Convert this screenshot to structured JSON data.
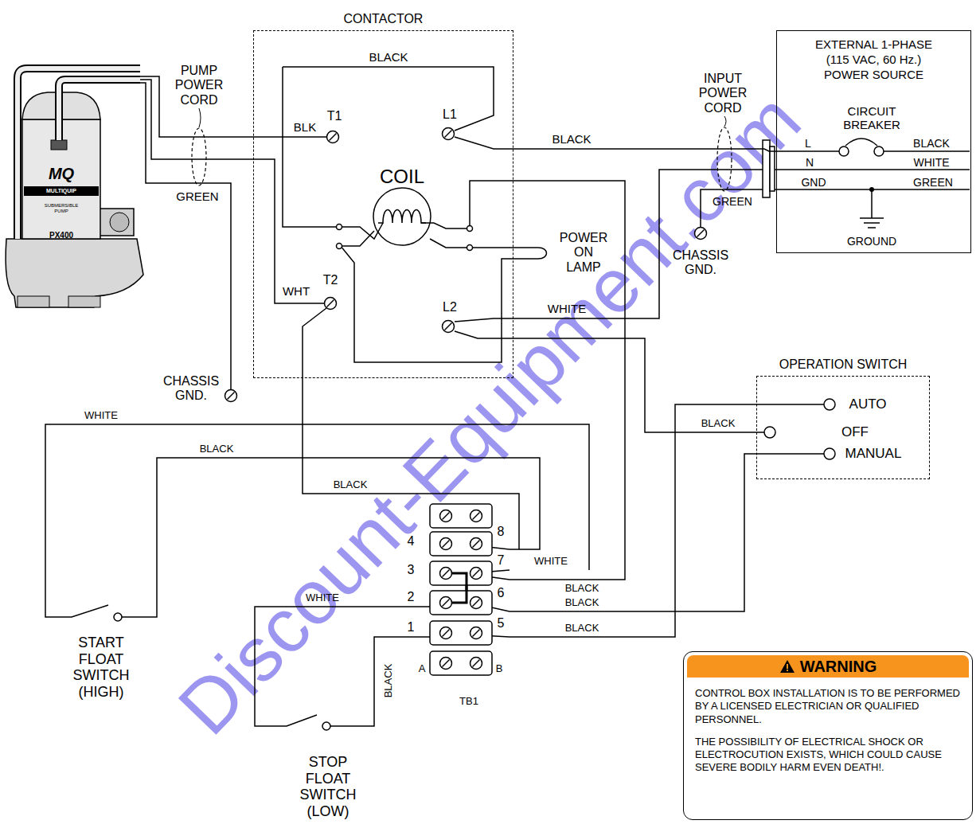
{
  "diagram": {
    "nodes": [
      {
        "text": [
          "CONTACTOR"
        ]
      },
      {
        "text": [
          "EXTERNAL 1-PHASE (115 VAC, 60 Hz.) POWER SOURCE"
        ]
      },
      {
        "text": [
          "OPERATION SWITCH"
        ]
      },
      {
        "text": [
          "TB1"
        ]
      },
      {
        "text": [
          "WARNING",
          "CONTROL BOX INSTALLATION IS TO BE PERFORMED BY A LICENSED ELECTRICIAN OR QUALIFIED PERSONNEL.",
          "THE POSSIBILITY OF ELECTRICAL SHOCK OR ELECTROCUTION EXISTS, WHICH COULD CAUSE SEVERE BODILY HARM EVEN DEATH!."
        ]
      }
    ],
    "edges": [
      {
        "from": 0,
        "to": 1,
        "arrow": "none"
      },
      {
        "from": 0,
        "to": 2,
        "arrow": "none"
      },
      {
        "from": 2,
        "to": 3,
        "arrow": "none"
      },
      {
        "from": 2,
        "to": 3,
        "arrow": "none"
      },
      {
        "from": 0,
        "to": 3,
        "arrow": "none"
      },
      {
        "from": 0,
        "to": 3,
        "arrow": "none"
      }
    ],
    "labels": [
      "PUMP POWER CORD",
      "GREEN",
      "T1",
      "BLK",
      "BLACK",
      "L1",
      "COIL",
      "BLACK",
      "INPUT POWER CORD",
      "GREEN",
      "CHASSIS GND.",
      "CIRCUIT BREAKER",
      "L",
      "BLACK",
      "N",
      "WHITE",
      "GND",
      "GREEN",
      "GROUND",
      "POWER ON LAMP",
      "WHT",
      "T2",
      "L2",
      "WHITE",
      "CHASSIS GND.",
      "WHITE",
      "BLACK",
      "BLACK",
      "BLACK",
      "AUTO",
      "OFF",
      "MANUAL",
      "8",
      "4",
      "WHITE",
      "3",
      "7",
      "BLACK",
      "2",
      "WHITE",
      "6",
      "BLACK",
      "1",
      "5",
      "BLACK",
      "BLACK",
      "A",
      "B",
      "START FLOAT SWITCH (HIGH)",
      "STOP FLOAT SWITCH (LOW)",
      "MQ",
      "MULTIQUIP",
      "SUBMERSIBLE PUMP",
      "PX400",
      "Discount-Equipment.com"
    ]
  }
}
